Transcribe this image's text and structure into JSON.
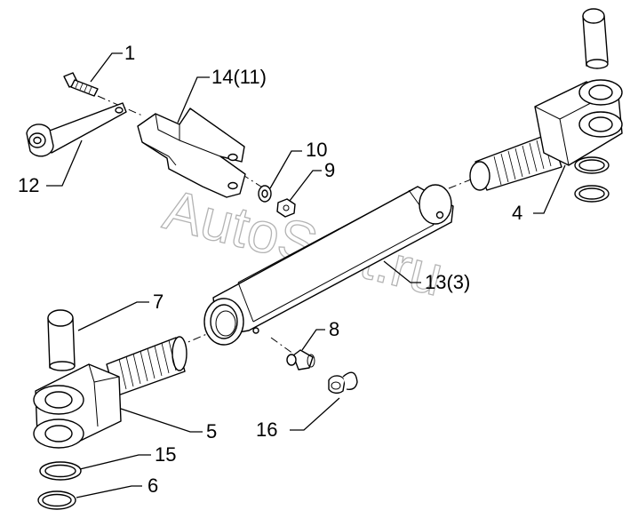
{
  "watermark": "AutoSoft.ru",
  "callouts": {
    "c1": "1",
    "c14": "14(11)",
    "c10": "10",
    "c9": "9",
    "c12": "12",
    "c4": "4",
    "c13": "13(3)",
    "c7": "7",
    "c8": "8",
    "c5": "5",
    "c16": "16",
    "c15": "15",
    "c6": "6"
  }
}
